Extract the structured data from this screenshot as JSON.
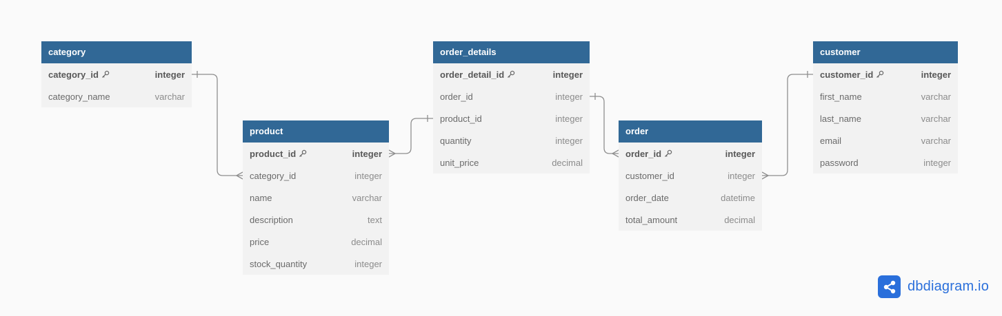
{
  "tables": {
    "category": {
      "title": "category",
      "fields": [
        {
          "name": "category_id",
          "type": "integer",
          "pk": true
        },
        {
          "name": "category_name",
          "type": "varchar",
          "pk": false
        }
      ]
    },
    "product": {
      "title": "product",
      "fields": [
        {
          "name": "product_id",
          "type": "integer",
          "pk": true
        },
        {
          "name": "category_id",
          "type": "integer",
          "pk": false
        },
        {
          "name": "name",
          "type": "varchar",
          "pk": false
        },
        {
          "name": "description",
          "type": "text",
          "pk": false
        },
        {
          "name": "price",
          "type": "decimal",
          "pk": false
        },
        {
          "name": "stock_quantity",
          "type": "integer",
          "pk": false
        }
      ]
    },
    "order_details": {
      "title": "order_details",
      "fields": [
        {
          "name": "order_detail_id",
          "type": "integer",
          "pk": true
        },
        {
          "name": "order_id",
          "type": "integer",
          "pk": false
        },
        {
          "name": "product_id",
          "type": "integer",
          "pk": false
        },
        {
          "name": "quantity",
          "type": "integer",
          "pk": false
        },
        {
          "name": "unit_price",
          "type": "decimal",
          "pk": false
        }
      ]
    },
    "order": {
      "title": "order",
      "fields": [
        {
          "name": "order_id",
          "type": "integer",
          "pk": true
        },
        {
          "name": "customer_id",
          "type": "integer",
          "pk": false
        },
        {
          "name": "order_date",
          "type": "datetime",
          "pk": false
        },
        {
          "name": "total_amount",
          "type": "decimal",
          "pk": false
        }
      ]
    },
    "customer": {
      "title": "customer",
      "fields": [
        {
          "name": "customer_id",
          "type": "integer",
          "pk": true
        },
        {
          "name": "first_name",
          "type": "varchar",
          "pk": false
        },
        {
          "name": "last_name",
          "type": "varchar",
          "pk": false
        },
        {
          "name": "email",
          "type": "varchar",
          "pk": false
        },
        {
          "name": "password",
          "type": "integer",
          "pk": false
        }
      ]
    }
  },
  "relations": [
    {
      "from": "category.category_id",
      "to": "product.category_id",
      "from_end": "one",
      "to_end": "many"
    },
    {
      "from": "order_details.product_id",
      "to": "product.product_id",
      "from_end": "one",
      "to_end": "many"
    },
    {
      "from": "order_details.order_id",
      "to": "order.order_id",
      "from_end": "one",
      "to_end": "many"
    },
    {
      "from": "customer.customer_id",
      "to": "order.customer_id",
      "from_end": "one",
      "to_end": "many"
    }
  ],
  "colors": {
    "header": "#316896",
    "line": "#8e8e8e",
    "brand": "#2a6fdb"
  },
  "brand": {
    "text": "dbdiagram.io",
    "icon": "share-network-icon"
  },
  "icons": {
    "primary_key": "key-icon"
  }
}
